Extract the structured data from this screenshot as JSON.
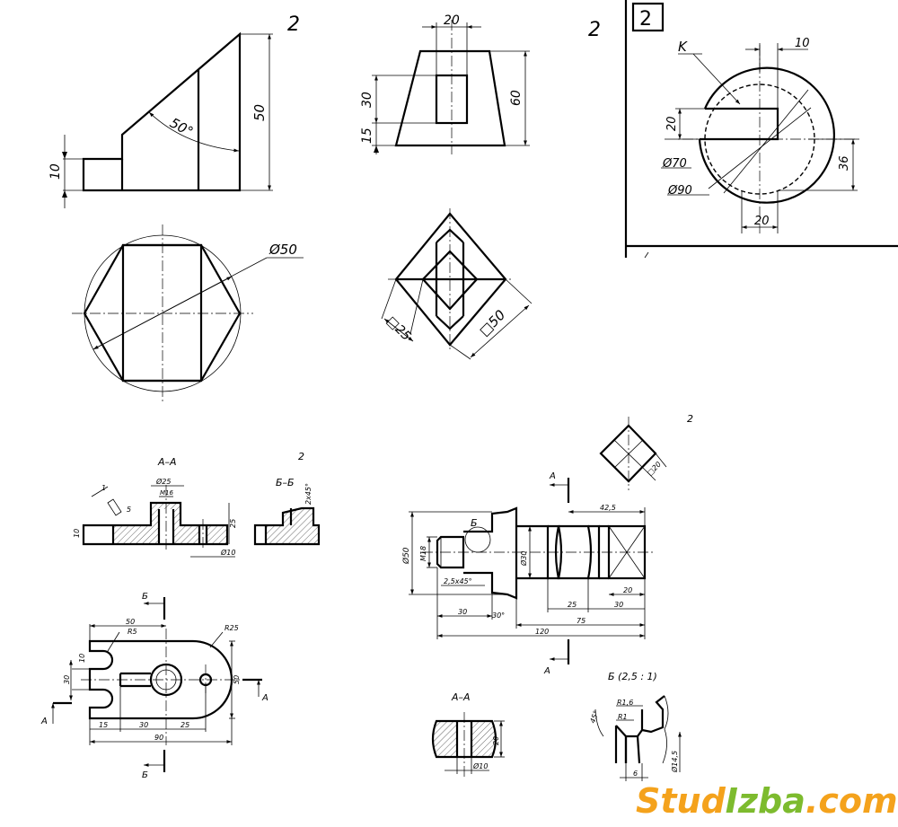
{
  "panel_top_left": {
    "sheet_number": "2",
    "dims": {
      "d10": "10",
      "d50": "50",
      "angle": "50°",
      "diam": "Ø50"
    }
  },
  "panel_top_middle": {
    "sheet_number": "2",
    "dims": {
      "d20": "20",
      "d30": "30",
      "d15": "15",
      "d60": "60",
      "sq25": "□25",
      "sq50": "□50"
    }
  },
  "panel_top_right": {
    "sheet_number": "2",
    "dims": {
      "k": "K",
      "d10": "10",
      "d20a": "20",
      "d70": "Ø70",
      "d90": "Ø90",
      "d36": "36",
      "d20b": "20"
    }
  },
  "panel_bottom_left": {
    "sheet_number": "2",
    "section_aa": "А–А",
    "section_bb": "Б–Б",
    "dims": {
      "one": "1",
      "five": "5",
      "d25": "Ø25",
      "m16": "М16",
      "v25": "25",
      "v10": "10",
      "d10": "Ø10",
      "chamfer": "2х45°",
      "t50": "50",
      "r5": "R5",
      "r25": "R25",
      "v10b": "10",
      "v30": "30",
      "v50": "50",
      "b15": "15",
      "b30": "30",
      "b25": "25",
      "b90": "90"
    },
    "cut_labels": {
      "b_top": "Б",
      "b_bottom": "Б",
      "a_left": "А",
      "a_right": "А"
    }
  },
  "panel_bottom_right": {
    "sheet_number": "2",
    "dims": {
      "d50": "Ø50",
      "m18": "М18",
      "chamfer": "2,5х45°",
      "b": "Б",
      "d30": "Ø30",
      "d425": "42,5",
      "s20": "□20",
      "h25": "25",
      "h30a": "30",
      "h20": "20",
      "h30b": "30",
      "a30": "30°",
      "h75": "75",
      "h120": "120"
    },
    "cut_labels": {
      "a_top": "А",
      "a_bottom": "А"
    },
    "section_aa": "А–А",
    "section_dims": {
      "v20": "20",
      "d10": "Ø10"
    },
    "detail_title": "Б (2,5 : 1)",
    "detail_dims": {
      "r16": "R1,6",
      "r1": "R1",
      "a45": "45°",
      "d145": "Ø14,5",
      "six": "6"
    }
  },
  "watermark": {
    "part1": "Stud",
    "part2": "Izba",
    "part3": ".com"
  }
}
